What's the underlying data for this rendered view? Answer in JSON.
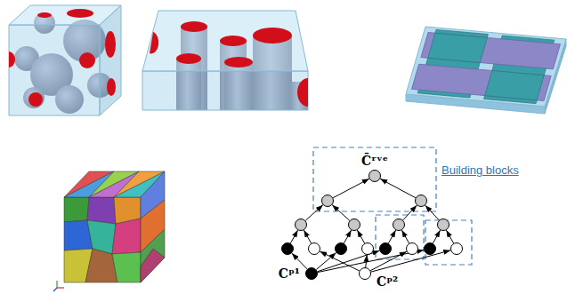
{
  "diagram": {
    "nodes": [
      {
        "text": [
          "C̄ʳᵛᵉ"
        ]
      },
      {
        "text": []
      },
      {
        "text": []
      },
      {
        "text": []
      },
      {
        "text": []
      },
      {
        "text": []
      },
      {
        "text": []
      },
      {
        "text": []
      },
      {
        "text": []
      },
      {
        "text": []
      },
      {
        "text": []
      },
      {
        "text": []
      },
      {
        "text": []
      },
      {
        "text": []
      },
      {
        "text": []
      },
      {
        "text": [
          "Cᵖ¹"
        ]
      },
      {
        "text": [
          "Cᵖ²"
        ]
      }
    ],
    "edges": [
      {
        "from": 1,
        "to": 0,
        "arrow": "to"
      },
      {
        "from": 2,
        "to": 0,
        "arrow": "to"
      },
      {
        "from": 3,
        "to": 1,
        "arrow": "to"
      },
      {
        "from": 4,
        "to": 1,
        "arrow": "to"
      },
      {
        "from": 5,
        "to": 2,
        "arrow": "to"
      },
      {
        "from": 6,
        "to": 2,
        "arrow": "to"
      },
      {
        "from": 7,
        "to": 3,
        "arrow": "to"
      },
      {
        "from": 8,
        "to": 3,
        "arrow": "to"
      },
      {
        "from": 9,
        "to": 4,
        "arrow": "to"
      },
      {
        "from": 10,
        "to": 4,
        "arrow": "to"
      },
      {
        "from": 11,
        "to": 5,
        "arrow": "to"
      },
      {
        "from": 12,
        "to": 5,
        "arrow": "to"
      },
      {
        "from": 13,
        "to": 6,
        "arrow": "to"
      },
      {
        "from": 14,
        "to": 6,
        "arrow": "to"
      },
      {
        "from": 15,
        "to": 7,
        "arrow": "to"
      },
      {
        "from": 15,
        "to": 9,
        "arrow": "to"
      },
      {
        "from": 15,
        "to": 11,
        "arrow": "to"
      },
      {
        "from": 15,
        "to": 13,
        "arrow": "to"
      },
      {
        "from": 16,
        "to": 8,
        "arrow": "to"
      },
      {
        "from": 16,
        "to": 10,
        "arrow": "to"
      },
      {
        "from": 16,
        "to": 12,
        "arrow": "to"
      },
      {
        "from": 16,
        "to": 14,
        "arrow": "to"
      }
    ],
    "labels": [
      "Building blocks"
    ]
  }
}
